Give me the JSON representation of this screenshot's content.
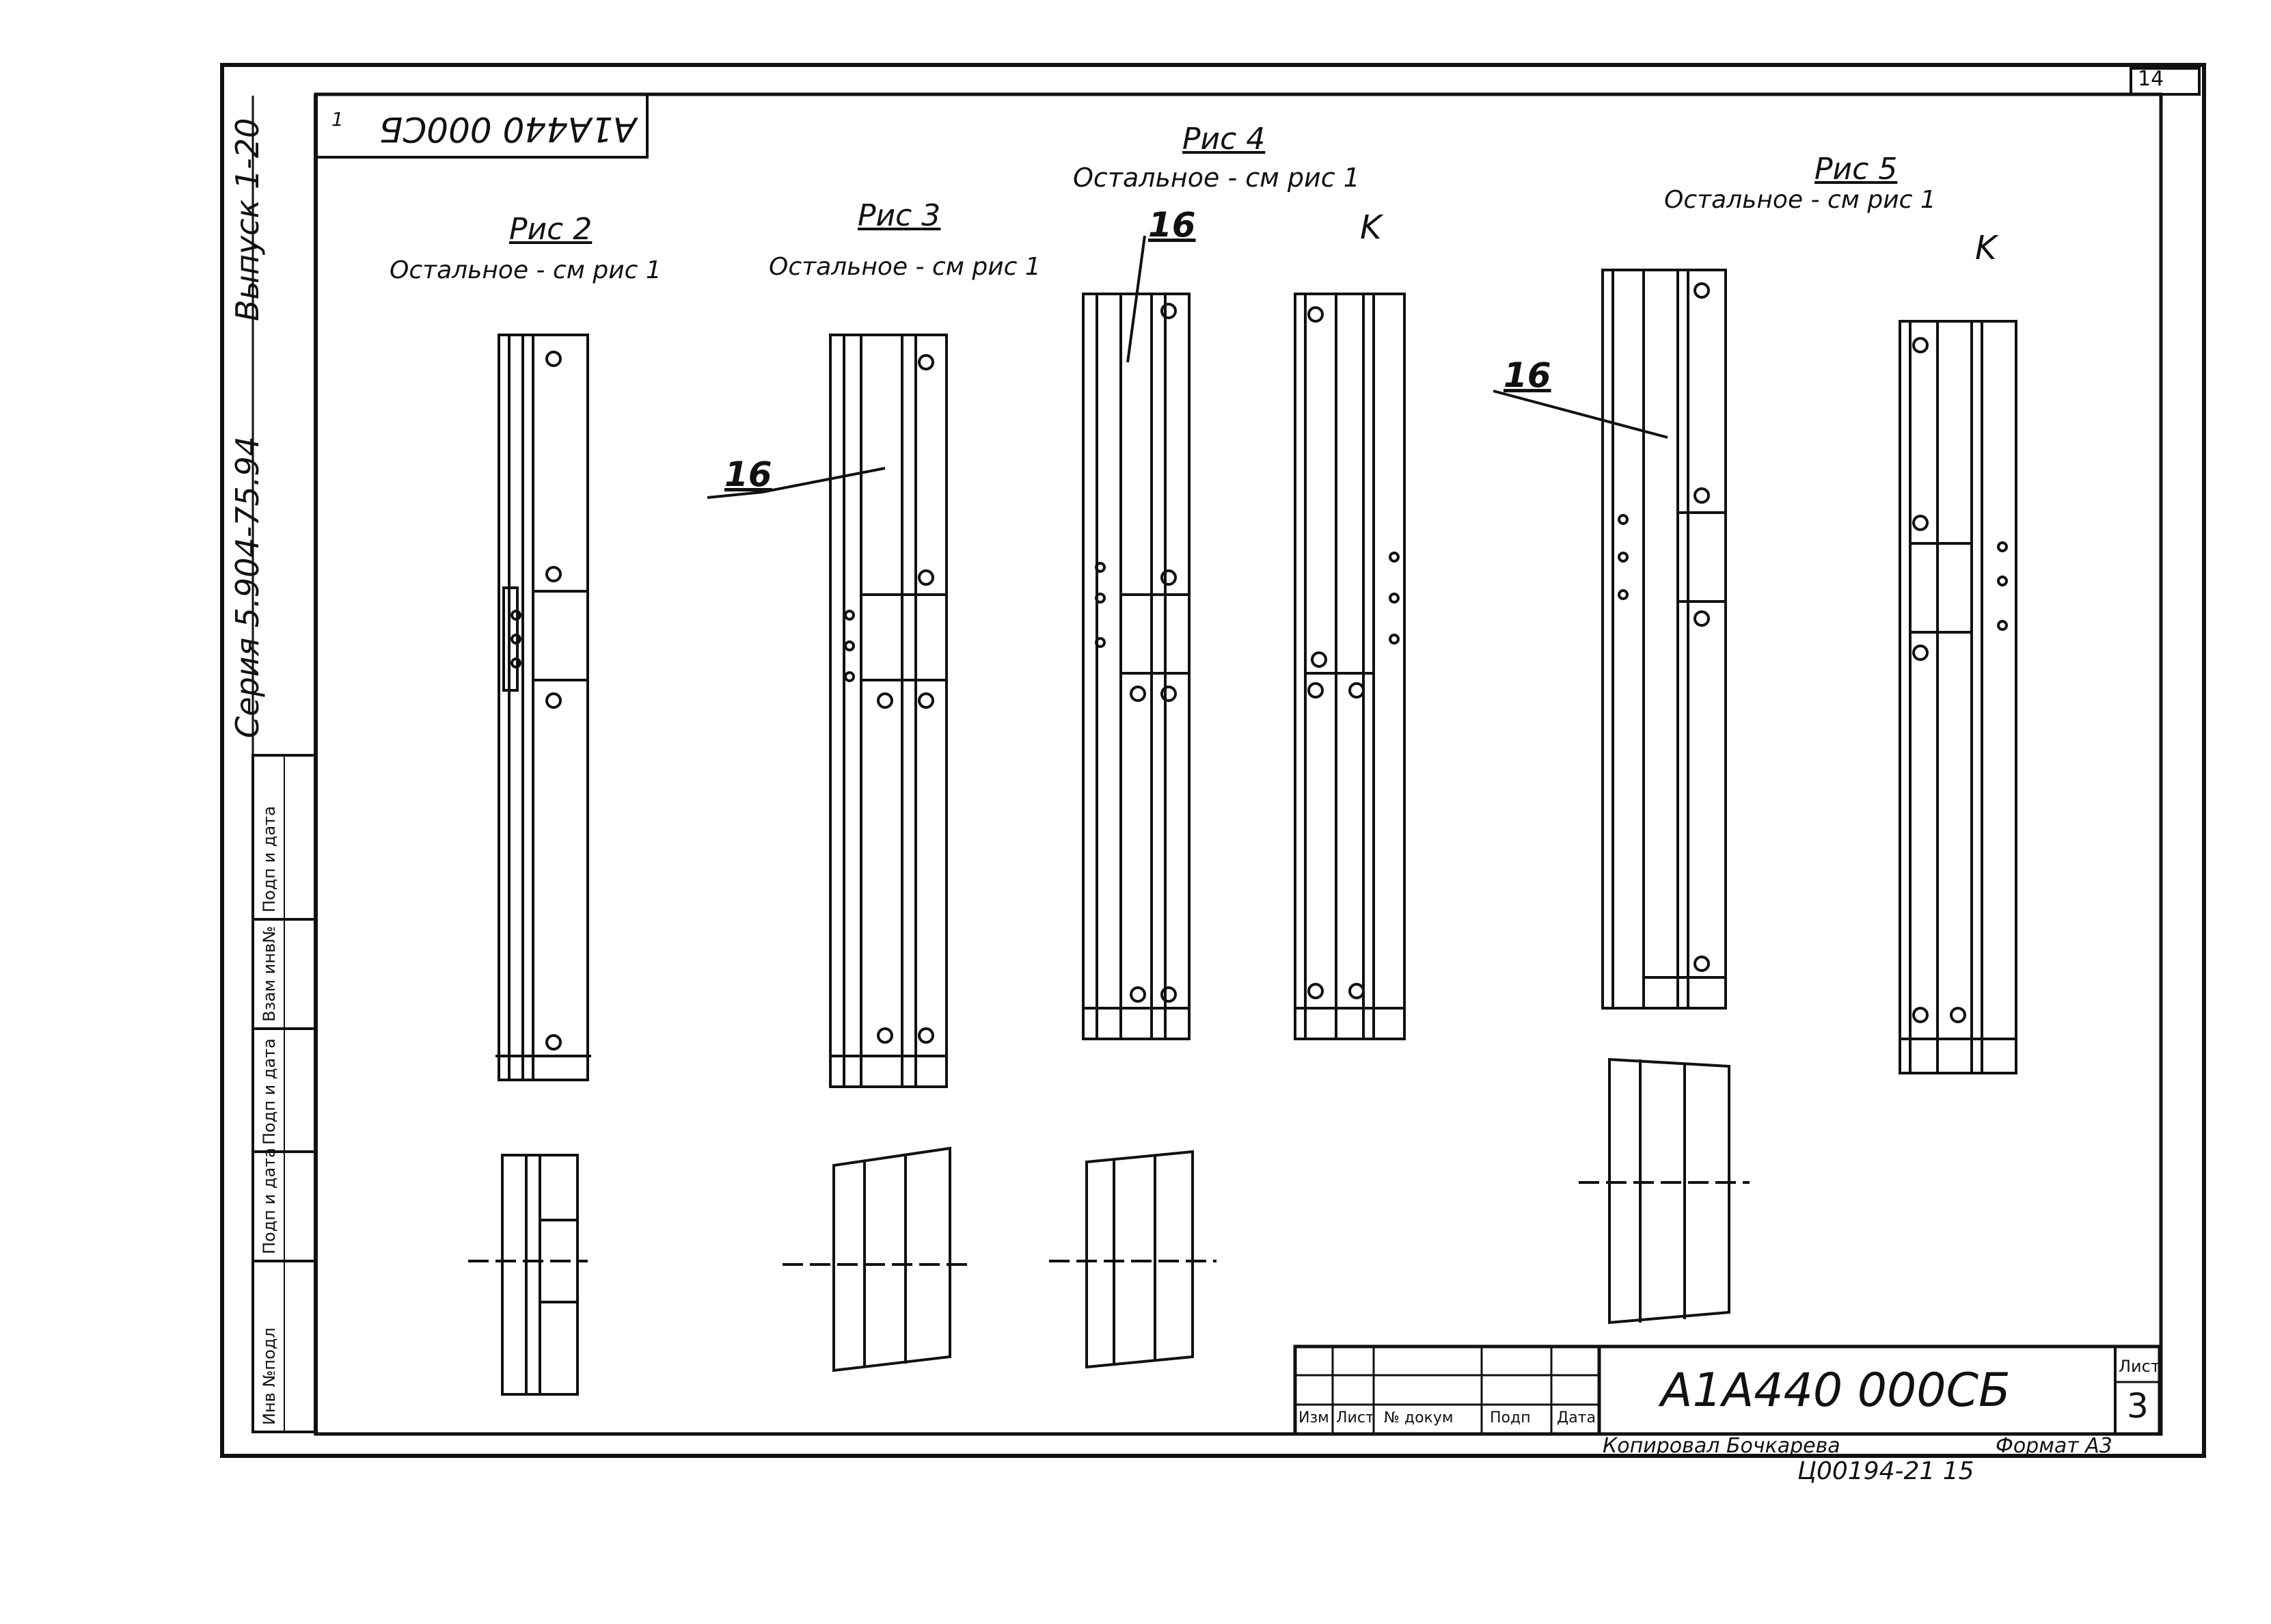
{
  "sheet": {
    "corner_number": "14",
    "mirrored_stamp": "A1A440 000CБ",
    "mark_1": "1"
  },
  "left_strip": {
    "series": "Серия 5.904-75.94",
    "issue": "Выпуск 1-20",
    "table_labels": [
      "Подп и дата",
      "Взам инв№",
      "Подп и дата",
      "Подп и дата",
      "Инв №подл"
    ]
  },
  "figures": [
    {
      "id": "fig2",
      "title": "Рис 2",
      "note": "Остальное - см рис 1"
    },
    {
      "id": "fig3",
      "title": "Рис 3",
      "note": "Остальное - см рис 1"
    },
    {
      "id": "fig4",
      "title": "Рис 4",
      "note": "Остальное - см рис 1"
    },
    {
      "id": "fig5",
      "title": "Рис 5",
      "note": "Остальное - см рис 1"
    }
  ],
  "callouts": {
    "pos_16": "16",
    "view_k": "K"
  },
  "title_block": {
    "code": "A1A440 000СБ",
    "sheet_label": "Лист",
    "sheet_number": "3",
    "columns": [
      "Изм",
      "Лист",
      "№ докум",
      "Подп",
      "Дата"
    ]
  },
  "footer": {
    "copied": "Копировал Бочкарева",
    "format": "Формат А3",
    "order": "Ц00194-21   15"
  },
  "colors": {
    "ink": "#111111",
    "paper": "#ffffff"
  }
}
